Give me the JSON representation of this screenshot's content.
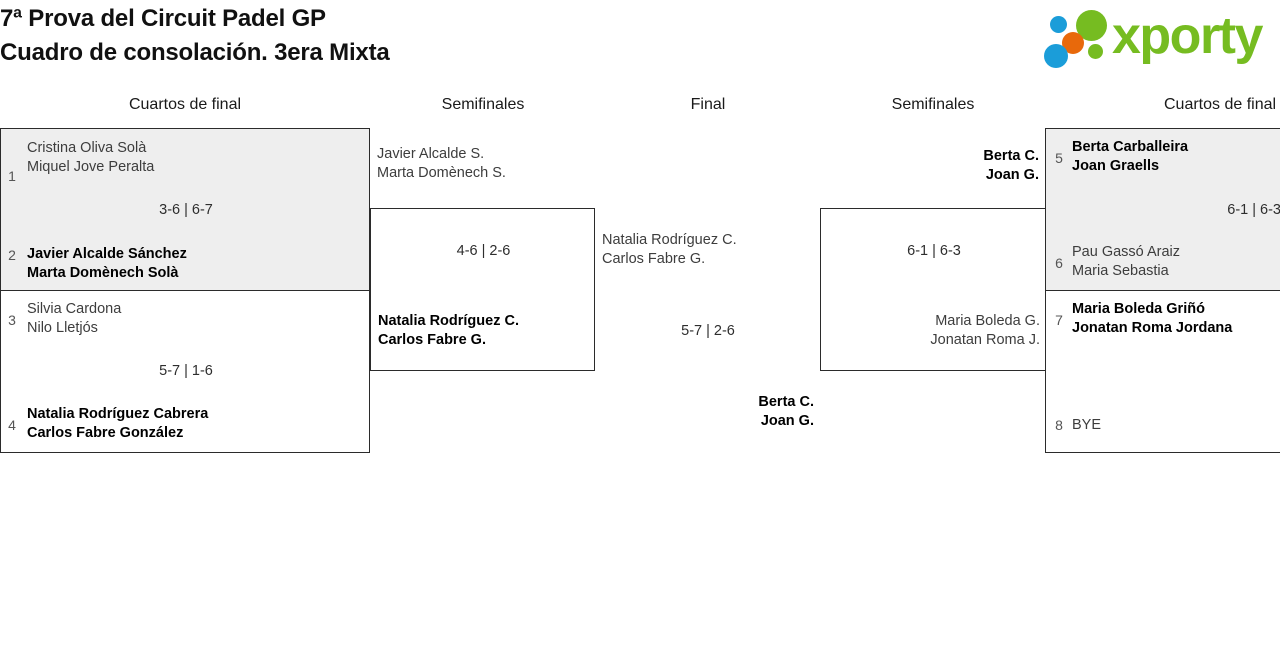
{
  "header": {
    "title_line1": "7ª Prova del Circuit Padel GP",
    "title_line2": "Cuadro de consolación. 3era Mixta",
    "logo_text": "xporty",
    "logo_colors": {
      "green": "#76bc21",
      "blue": "#1b9dd9",
      "orange": "#e8690b"
    }
  },
  "columns": [
    {
      "label": "Cuartos de final"
    },
    {
      "label": "Semifinales"
    },
    {
      "label": "Final"
    },
    {
      "label": "Semifinales"
    },
    {
      "label": "Cuartos de final"
    }
  ],
  "bracket": {
    "left_quarterfinals": [
      {
        "score": "3-6 | 6-7",
        "teams": [
          {
            "seed": "1",
            "player1": "Cristina Oliva Solà",
            "player2": "Miquel Jove Peralta",
            "winner": false
          },
          {
            "seed": "2",
            "player1": "Javier Alcalde Sánchez",
            "player2": "Marta Domènech Solà",
            "winner": true
          }
        ]
      },
      {
        "score": "5-7 | 1-6",
        "teams": [
          {
            "seed": "3",
            "player1": "Silvia Cardona",
            "player2": "Nilo Lletjós",
            "winner": false
          },
          {
            "seed": "4",
            "player1": "Natalia Rodríguez Cabrera",
            "player2": "Carlos Fabre González",
            "winner": true
          }
        ]
      }
    ],
    "left_semifinal": {
      "score": "4-6 | 2-6",
      "teams": [
        {
          "player1": "Javier Alcalde S.",
          "player2": "Marta Domènech S.",
          "winner": false
        },
        {
          "player1": "Natalia Rodríguez C.",
          "player2": "Carlos Fabre G.",
          "winner": true
        }
      ]
    },
    "final": {
      "score": "5-7 | 2-6",
      "teams": [
        {
          "player1": "Natalia Rodríguez C.",
          "player2": "Carlos Fabre G.",
          "winner": false
        },
        {
          "player1": "Berta C.",
          "player2": "Joan G.",
          "winner": true
        }
      ]
    },
    "right_semifinal": {
      "score": "6-1 | 6-3",
      "teams": [
        {
          "player1": "Berta C.",
          "player2": "Joan G.",
          "winner": true
        },
        {
          "player1": "Maria Boleda G.",
          "player2": "Jonatan Roma J.",
          "winner": false
        }
      ]
    },
    "right_quarterfinals": [
      {
        "score": "6-1 | 6-3",
        "teams": [
          {
            "seed": "5",
            "player1": "Berta Carballeira",
            "player2": "Joan Graells",
            "winner": true
          },
          {
            "seed": "6",
            "player1": "Pau Gassó Araiz",
            "player2": "Maria Sebastia",
            "winner": false
          }
        ]
      },
      {
        "score": "",
        "teams": [
          {
            "seed": "7",
            "player1": "Maria Boleda Griñó",
            "player2": "Jonatan Roma Jordana",
            "winner": true
          },
          {
            "seed": "8",
            "player1": "BYE",
            "player2": "",
            "winner": false
          }
        ]
      }
    ]
  }
}
